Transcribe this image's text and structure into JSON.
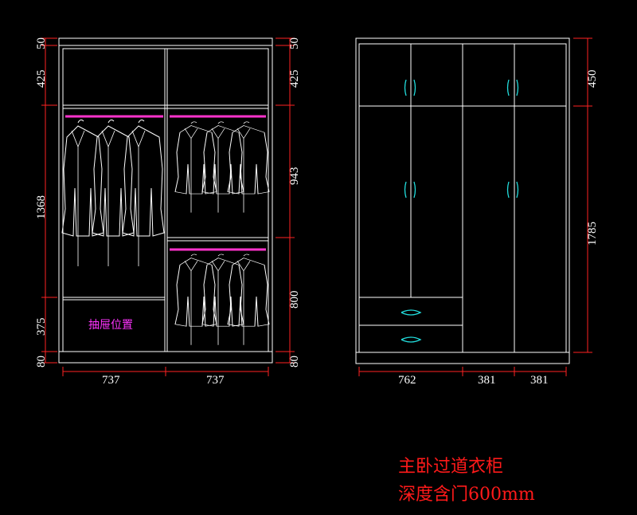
{
  "colors": {
    "background": "#000000",
    "outline": "#ffffff",
    "dimension": "#ff2222",
    "rail": "#ff33cc",
    "handle": "#22dddd",
    "title": "#ff1a1a"
  },
  "left_view": {
    "left_dims": [
      "50",
      "425",
      "1368",
      "375",
      "80"
    ],
    "right_dims": [
      "50",
      "425",
      "943",
      "800",
      "80"
    ],
    "bottom_dims": [
      "737",
      "737"
    ],
    "drawer_label": "抽屉位置"
  },
  "right_view": {
    "right_dims": [
      "450",
      "1785"
    ],
    "bottom_dims": [
      "762",
      "381",
      "381"
    ]
  },
  "title": {
    "line1": "主卧过道衣柜",
    "line2": "深度含门600mm"
  }
}
